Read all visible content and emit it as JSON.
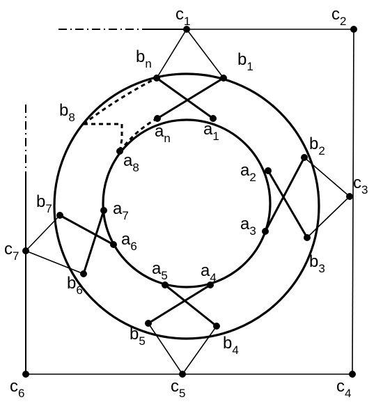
{
  "vertices": {
    "c1": {
      "base": "c",
      "sub": "1"
    },
    "c2": {
      "base": "c",
      "sub": "2"
    },
    "c3": {
      "base": "c",
      "sub": "3"
    },
    "c4": {
      "base": "c",
      "sub": "4"
    },
    "c5": {
      "base": "c",
      "sub": "5"
    },
    "c6": {
      "base": "c",
      "sub": "6"
    },
    "c7": {
      "base": "c",
      "sub": "7"
    },
    "b1": {
      "base": "b",
      "sub": "1"
    },
    "b2": {
      "base": "b",
      "sub": "2"
    },
    "b3": {
      "base": "b",
      "sub": "3"
    },
    "b4": {
      "base": "b",
      "sub": "4"
    },
    "b5": {
      "base": "b",
      "sub": "5"
    },
    "b6": {
      "base": "b",
      "sub": "6"
    },
    "b7": {
      "base": "b",
      "sub": "7"
    },
    "b8": {
      "base": "b",
      "sub": "8"
    },
    "bn": {
      "base": "b",
      "sub": "n"
    },
    "a1": {
      "base": "a",
      "sub": "1"
    },
    "a2": {
      "base": "a",
      "sub": "2"
    },
    "a3": {
      "base": "a",
      "sub": "3"
    },
    "a4": {
      "base": "a",
      "sub": "4"
    },
    "a5": {
      "base": "a",
      "sub": "5"
    },
    "a6": {
      "base": "a",
      "sub": "6"
    },
    "a7": {
      "base": "a",
      "sub": "7"
    },
    "a8": {
      "base": "a",
      "sub": "8"
    },
    "an": {
      "base": "a",
      "sub": "n"
    }
  },
  "edges": [
    [
      "c1",
      "bn"
    ],
    [
      "c1",
      "b1"
    ],
    [
      "c2",
      "c4"
    ],
    [
      "c4",
      "c6"
    ],
    [
      "c1",
      "c2"
    ],
    [
      "c3",
      "b2"
    ],
    [
      "c3",
      "b3"
    ],
    [
      "c5",
      "b4"
    ],
    [
      "c5",
      "b5"
    ],
    [
      "c7",
      "b7"
    ],
    [
      "c7",
      "b6"
    ],
    [
      "bn",
      "a1"
    ],
    [
      "b1",
      "an"
    ],
    [
      "b2",
      "a3"
    ],
    [
      "b3",
      "a2"
    ],
    [
      "b4",
      "a5"
    ],
    [
      "b5",
      "a4"
    ],
    [
      "b6",
      "a7"
    ],
    [
      "b7",
      "a6"
    ]
  ],
  "dashed_edges": [
    [
      "b8",
      "bn"
    ],
    [
      "b8",
      "a8"
    ],
    [
      "a8",
      "an"
    ]
  ],
  "style": {
    "line_color": "#000000",
    "background": "#ffffff"
  }
}
